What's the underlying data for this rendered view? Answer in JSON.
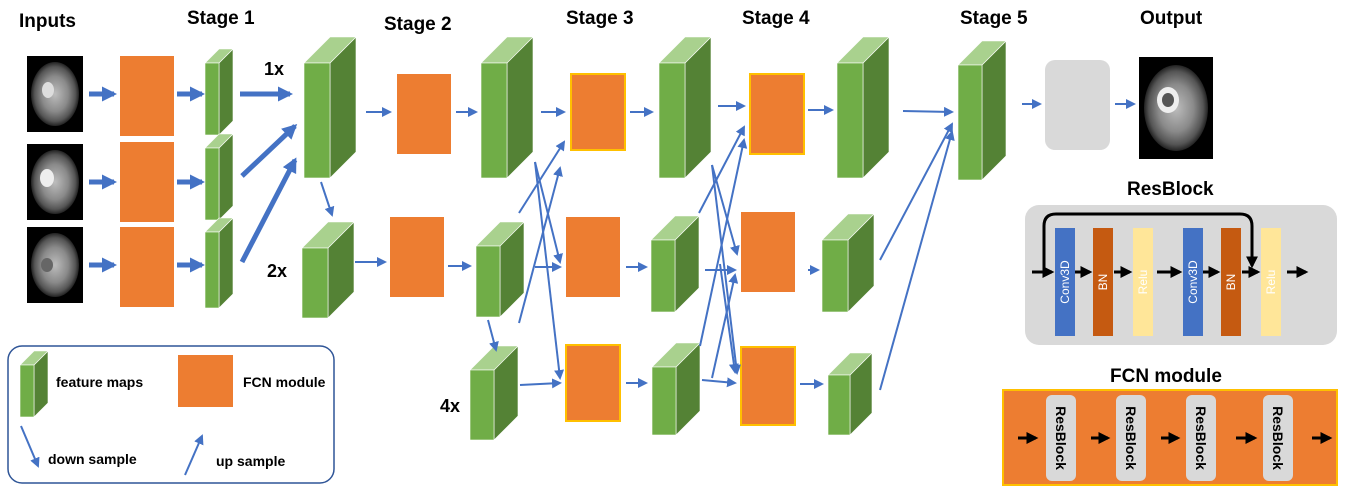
{
  "stages": {
    "inputs": "Inputs",
    "stage1": "Stage 1",
    "stage2": "Stage 2",
    "stage3": "Stage 3",
    "stage4": "Stage 4",
    "stage5": "Stage 5",
    "output": "Output"
  },
  "scales": {
    "s1": "1x",
    "s2": "2x",
    "s4": "4x"
  },
  "legend": {
    "feature_maps": "feature maps",
    "fcn_module": "FCN module",
    "down_sample": "down sample",
    "up_sample": "up sample"
  },
  "resblock": {
    "title": "ResBlock",
    "layers": [
      "Conv3D",
      "BN",
      "Relu",
      "Conv3D",
      "BN",
      "Relu"
    ]
  },
  "fcn": {
    "title": "FCN module",
    "blocks": [
      "ResBlock",
      "ResBlock",
      "ResBlock",
      "ResBlock"
    ]
  },
  "colors": {
    "feature_front": "#70AD47",
    "feature_side": "#548235",
    "feature_top": "#A9D18E",
    "fcn": "#ED7D31",
    "arrow": "#4472C4",
    "conv": "#4472C4",
    "bn": "#C55A11",
    "relu": "#FFE699",
    "panel": "#D9D9D9"
  }
}
